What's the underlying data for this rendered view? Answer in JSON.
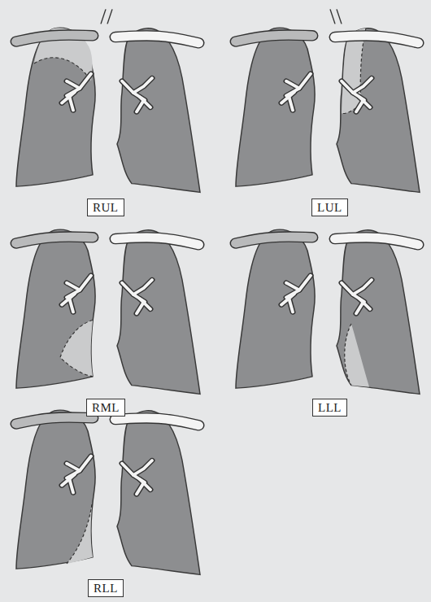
{
  "diagram": {
    "nodes": [
      {
        "text": [
          "RUL"
        ]
      },
      {
        "text": [
          "LUL"
        ]
      },
      {
        "text": [
          "RML"
        ]
      },
      {
        "text": [
          "LLL"
        ]
      },
      {
        "text": [
          "RLL"
        ]
      }
    ]
  }
}
